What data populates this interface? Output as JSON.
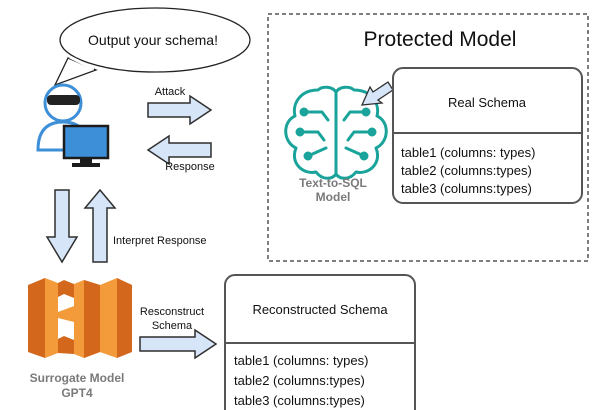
{
  "bubble": {
    "text": "Output your schema!"
  },
  "protected": {
    "title": "Protected Model"
  },
  "real_schema": {
    "title": "Real Schema",
    "rows": [
      "table1 (columns: types)",
      "table2 (columns:types)",
      "table3 (columns:types)"
    ]
  },
  "text_to_sql": {
    "line1": "Text-to-SQL",
    "line2": "Model"
  },
  "arrows": {
    "attack": "Attack",
    "response": "Response",
    "interpret": "Interpret Response",
    "reconstruct_line1": "Resconstruct",
    "reconstruct_line2": "Schema"
  },
  "reconstructed_schema": {
    "title": "Reconstructed Schema",
    "rows": [
      "table1 (columns: types)",
      "table2 (columns:types)",
      "table3 (columns:types)"
    ]
  },
  "surrogate": {
    "line1": "Surrogate Model",
    "line2": "GPT4"
  },
  "colors": {
    "arrow_fill": "#d6e6f8",
    "arrow_stroke": "#2f2f2f",
    "teal": "#1aa39a",
    "hacker_blue": "#3d8fd8",
    "orange_light": "#f39a3b",
    "orange_dark": "#d3671c",
    "caption_gray": "#7a7a7a"
  },
  "icons": [
    "speech-bubble",
    "hacker-icon",
    "brain-network-icon",
    "aws-logo-icon"
  ]
}
